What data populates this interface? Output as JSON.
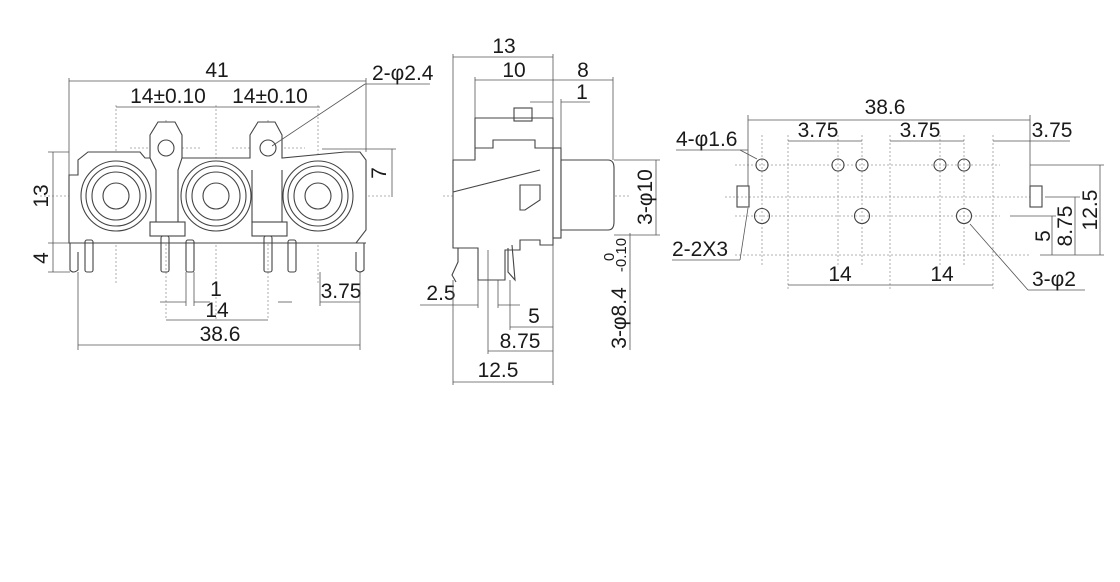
{
  "front_view": {
    "overall_width": "41",
    "pitch_left": "14±0.10",
    "pitch_right": "14±0.10",
    "tab_hole_note": "2-φ2.4",
    "height": "13",
    "pin_length": "4",
    "center_height": "7",
    "pin_width": "1",
    "pin_pitch": "14",
    "pin_span": "38.6",
    "pin_offset": "3.75"
  },
  "side_view": {
    "depth": "13",
    "body_depth": "10",
    "barrel_length": "8",
    "flange": "1",
    "barrel_dia": "3-φ10",
    "inner_dia": "3-φ8.4",
    "inner_tol_upper": "0",
    "inner_tol_lower": "-0.10",
    "pin_offset": "2.5",
    "pin_a": "5",
    "pin_b": "8.75",
    "pin_c": "12.5"
  },
  "footprint": {
    "span": "38.6",
    "offset_1": "3.75",
    "offset_2": "3.75",
    "offset_3": "3.75",
    "small_hole_note": "4-φ1.6",
    "slot_note": "2-2X3",
    "pitch_1": "14",
    "pitch_2": "14",
    "large_hole_note": "3-φ2",
    "row_5": "5",
    "row_875": "8.75",
    "row_125": "12.5"
  }
}
